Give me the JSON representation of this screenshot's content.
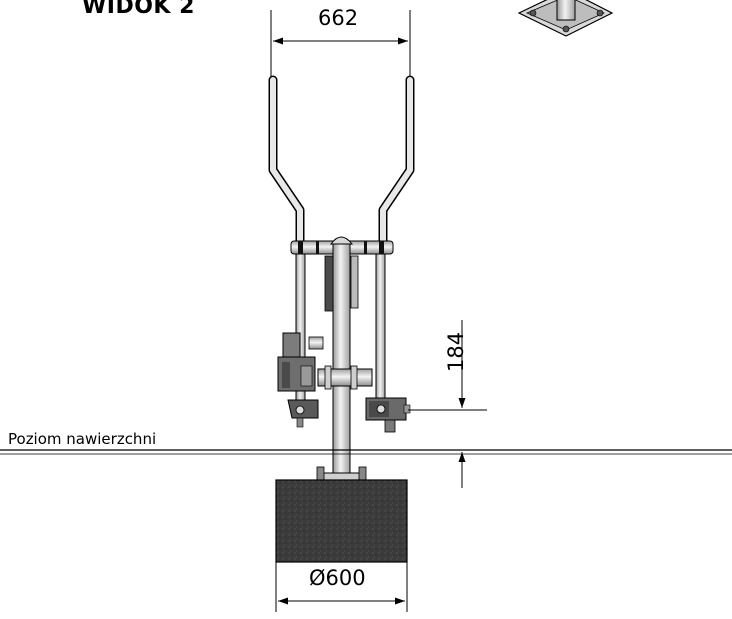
{
  "view_title": "WIDOK 2",
  "dimensions": {
    "handle_width": "662",
    "foot_height": "184",
    "foundation_diameter": "Ø600"
  },
  "ground_label": "Poziom nawierzchni",
  "colors": {
    "line": "#000000",
    "metal_light": "#e6e6e6",
    "metal_dark": "#8a8a8a",
    "concrete": "#3a3a3a"
  }
}
